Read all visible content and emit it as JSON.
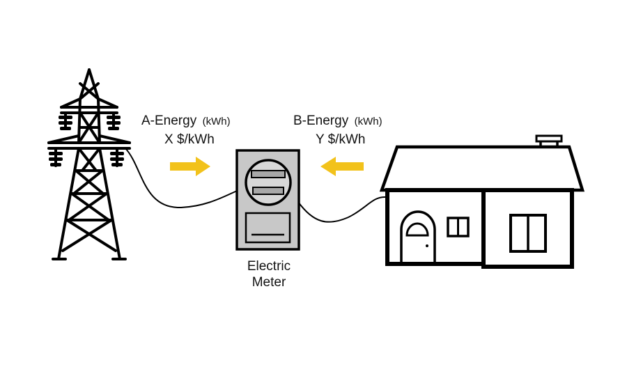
{
  "labels": {
    "a_energy": "A-Energy",
    "a_unit": "(kWh)",
    "a_rate": "X $/kWh",
    "b_energy": "B-Energy",
    "b_unit": "(kWh)",
    "b_rate": "Y $/kWh",
    "meter_line1": "Electric",
    "meter_line2": "Meter"
  },
  "colors": {
    "arrow": "#F2C21B",
    "line": "#000000",
    "meter_body": "#C8C8C8",
    "meter_window": "#A8A8A8",
    "background": "#FFFFFF"
  },
  "icons": {
    "tower": "transmission-tower-icon",
    "meter": "electric-meter-icon",
    "house": "house-icon",
    "arrow_a": "arrow-right-icon",
    "arrow_b": "arrow-left-icon"
  }
}
